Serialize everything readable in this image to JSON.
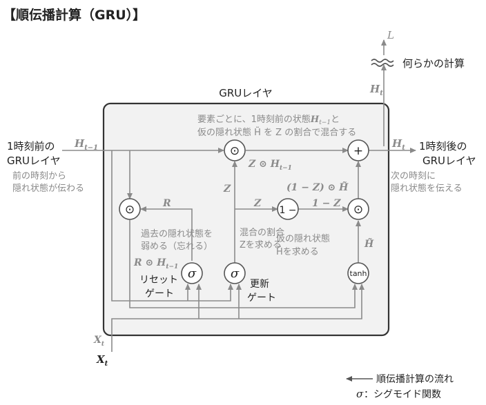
{
  "title": "【順伝播計算（GRU）】",
  "layer_label": "GRUレイヤ",
  "top": {
    "loss": "L",
    "calc": "何らかの計算"
  },
  "left": {
    "label_line1": "1時刻前の",
    "label_line2": "GRUレイヤ",
    "desc_line1": "前の時刻から",
    "desc_line2": "隠れ状態が伝わる",
    "h_prev": "H",
    "h_prev_sub": "t−1"
  },
  "right": {
    "label_line1": "1時刻後の",
    "label_line2": "GRUレイヤ",
    "desc_line1": "次の時刻に",
    "desc_line2": "隠れ状態を伝える",
    "h_out": "H",
    "h_out_sub": "t"
  },
  "inner": {
    "mix_desc_line1": "要素ごとに、1時刻前の状態",
    "mix_desc_line1_math": "H",
    "mix_desc_line1_sub": "t−1",
    "mix_desc_line1_end": "と",
    "mix_desc_line2": "仮の隠れ状態 H̃ を Z の割合で混合する",
    "zh_label": "Z ⊙ H",
    "zh_sub": "t−1",
    "one_minus_z_h": "(1 − Z) ⊙ H̃",
    "R": "R",
    "Z": "Z",
    "Z2": "Z",
    "one_minus_z": "1 − Z",
    "h_tilde": "H̃",
    "reset_desc_line1": "過去の隠れ状態を",
    "reset_desc_line2": "弱める（忘れる）",
    "rh_label": "R ⊙ H",
    "rh_sub": "t−1",
    "update_desc_line1": "混合の割合",
    "update_desc_line2": "Zを求める",
    "cand_desc_line1": "仮の隠れ状態",
    "cand_desc_line2": "H̃を求める",
    "reset_gate_line1": "リセット",
    "reset_gate_line2": "ゲート",
    "update_gate_line1": "更新",
    "update_gate_line2": "ゲート"
  },
  "nodes": {
    "dot": "⊙",
    "plus": "+",
    "one_minus": "1 −",
    "sigma": "σ",
    "tanh": "tanh"
  },
  "input": {
    "x": "X",
    "x_sub": "t"
  },
  "legend": {
    "flow": "順伝播計算の流れ",
    "sigma_sym": "σ",
    "sigma_desc": "：シグモイド関数"
  },
  "colors": {
    "line": "#8a8a8a",
    "dark_line": "#555555",
    "panel": "#f2f2f2",
    "panel_border": "#333333",
    "gray_text": "#8a8a8a",
    "dark_text": "#222222"
  }
}
